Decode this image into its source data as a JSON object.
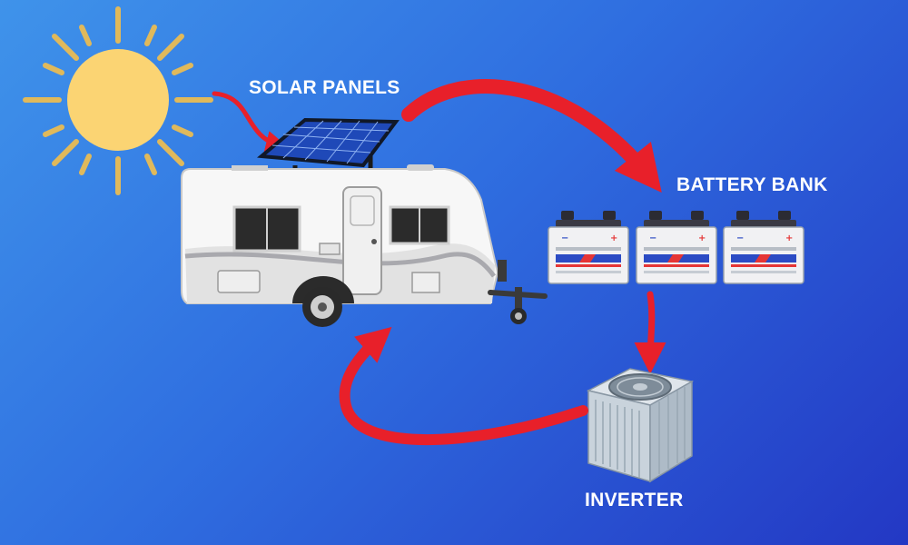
{
  "labels": {
    "solar_panels": "SOLAR PANELS",
    "battery_bank": "BATTERY BANK",
    "inverter": "INVERTER"
  },
  "colors": {
    "background_start": "#3f93ea",
    "background_end": "#2338c4",
    "sun": "#fbd473",
    "sun_rays": "#e0b95b",
    "arrow": "#e8202a",
    "panel": "#1f49b8",
    "battery_body": "#f1f1f3",
    "battery_stripe_blue": "#2b4bc4",
    "battery_stripe_red": "#e53535",
    "caravan_body": "#f7f7f7",
    "inverter_body": "#c9d3dc"
  },
  "icons": [
    "sun-icon",
    "solar-panel-icon",
    "caravan-icon",
    "battery-icon",
    "inverter-unit-icon",
    "flow-arrow"
  ]
}
